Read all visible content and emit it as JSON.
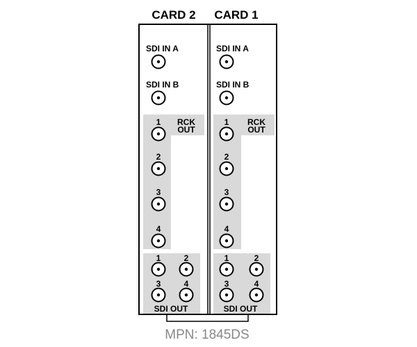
{
  "colors": {
    "outline": "#000000",
    "group_fill": "#d9d9d9",
    "mpn_text": "#888888"
  },
  "cards": [
    {
      "title": "CARD 2",
      "inputs": [
        {
          "label": "SDI IN A"
        },
        {
          "label": "SDI IN B"
        }
      ],
      "rck_out": {
        "label_line1": "RCK",
        "label_line2": "OUT",
        "ports": [
          "1",
          "2",
          "3",
          "4"
        ]
      },
      "sdi_out": {
        "label": "SDI OUT",
        "ports": [
          "1",
          "2",
          "3",
          "4"
        ]
      }
    },
    {
      "title": "CARD 1",
      "inputs": [
        {
          "label": "SDI IN A"
        },
        {
          "label": "SDI IN B"
        }
      ],
      "rck_out": {
        "label_line1": "RCK",
        "label_line2": "OUT",
        "ports": [
          "1",
          "2",
          "3",
          "4"
        ]
      },
      "sdi_out": {
        "label": "SDI OUT",
        "ports": [
          "1",
          "2",
          "3",
          "4"
        ]
      }
    }
  ],
  "mpn": "MPN: 1845DS"
}
